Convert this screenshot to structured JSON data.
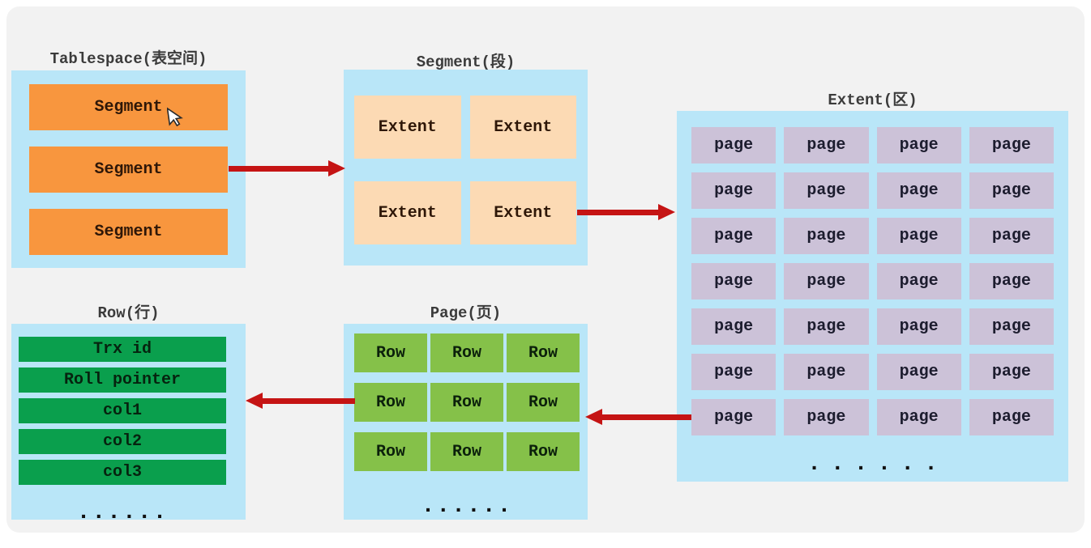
{
  "colors": {
    "panel_bg": "#f2f2f2",
    "container_blue": "#b9e6f8",
    "segment_orange": "#f8963e",
    "extent_peach": "#fcdab4",
    "page_purple": "#ccc2d8",
    "row_dark_green": "#0a9f4d",
    "row_light_green": "#85c149",
    "arrow_red": "#c51414",
    "title_gray": "#3b3b3b"
  },
  "icons": {
    "cursor": "mouse-pointer-arrow"
  },
  "tablespace": {
    "title": "Tablespace(表空间)",
    "segments": [
      "Segment",
      "Segment",
      "Segment"
    ]
  },
  "segment": {
    "title": "Segment(段)",
    "extents": [
      "Extent",
      "Extent",
      "Extent",
      "Extent"
    ]
  },
  "extent": {
    "title": "Extent(区)",
    "pages": [
      "page",
      "page",
      "page",
      "page",
      "page",
      "page",
      "page",
      "page",
      "page",
      "page",
      "page",
      "page",
      "page",
      "page",
      "page",
      "page",
      "page",
      "page",
      "page",
      "page",
      "page",
      "page",
      "page",
      "page",
      "page",
      "page",
      "page",
      "page"
    ],
    "ellipsis": "......"
  },
  "page": {
    "title": "Page(页)",
    "rows": [
      "Row",
      "Row",
      "Row",
      "Row",
      "Row",
      "Row",
      "Row",
      "Row",
      "Row"
    ],
    "ellipsis": "......"
  },
  "row": {
    "title": "Row(行)",
    "fields": [
      "Trx id",
      "Roll pointer",
      "col1",
      "col2",
      "col3"
    ],
    "ellipsis": "......"
  }
}
